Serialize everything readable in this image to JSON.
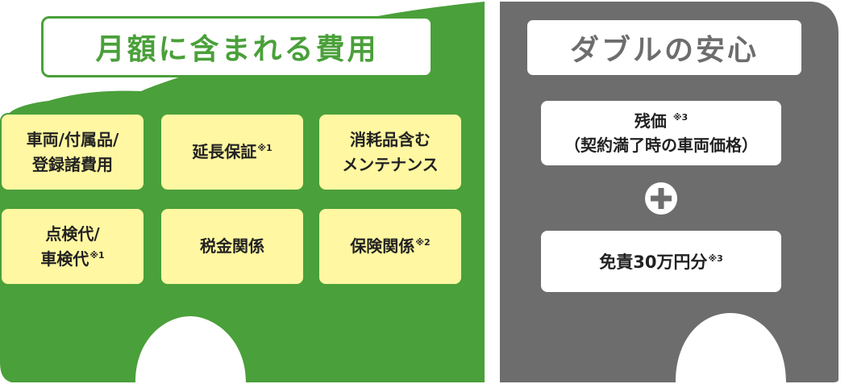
{
  "left_panel": {
    "title": "月額に含まれる費用",
    "items": [
      {
        "lines": [
          "車両/付属品/",
          "登録諸費用"
        ],
        "note": ""
      },
      {
        "lines": [
          "延長保証"
        ],
        "note": "※1"
      },
      {
        "lines": [
          "消耗品含む",
          "メンテナンス"
        ],
        "note": ""
      },
      {
        "lines": [
          "点検代/",
          "車検代"
        ],
        "note": "※1"
      },
      {
        "lines": [
          "税金関係"
        ],
        "note": ""
      },
      {
        "lines": [
          "保険関係"
        ],
        "note": "※2"
      }
    ]
  },
  "right_panel": {
    "title": "ダブルの安心",
    "item1": {
      "label": "残価",
      "note": "※3",
      "sub": "（契約満了時の車両価格）"
    },
    "plus_icon": "plus-icon",
    "item2": {
      "label": "免責30万円分",
      "note": "※3"
    }
  },
  "colors": {
    "green": "#4aa03a",
    "gray": "#6d6d6d",
    "card_yellow": "#fff7a1",
    "white": "#ffffff"
  }
}
